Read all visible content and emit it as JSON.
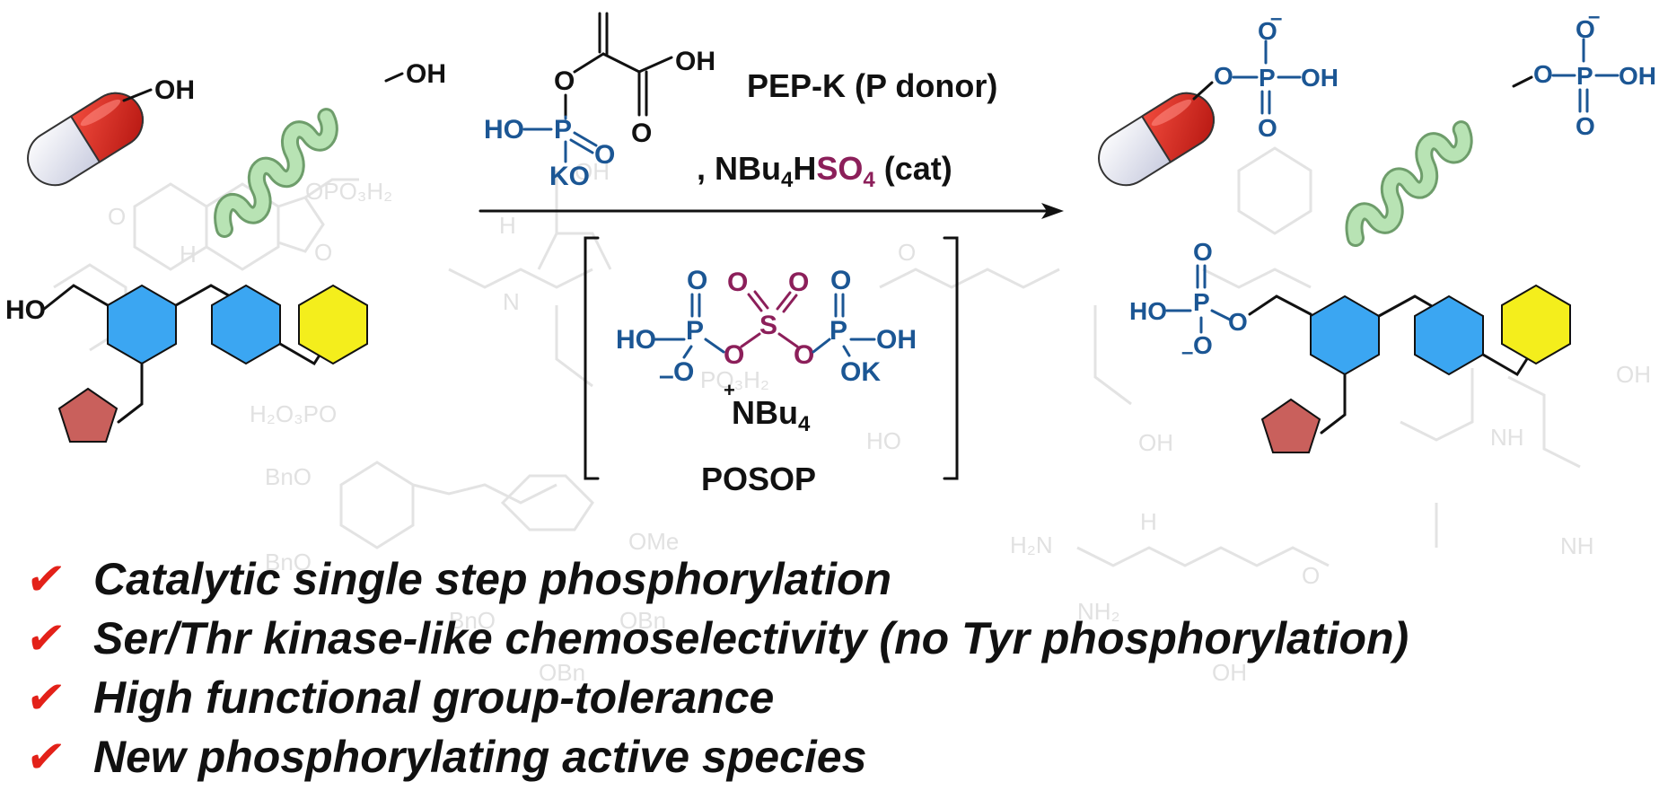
{
  "colors": {
    "phosphate_blue": "#1b5694",
    "sulfate_magenta": "#8c1f5a",
    "check_red": "#e32119",
    "pill_red": "#d8261f",
    "helix_green": "#a9d9a6",
    "hexagon_blue": "#3ba6f2",
    "hexagon_yellow": "#f4ee1c",
    "pentagon_red": "#c9605c"
  },
  "reagents": {
    "pep_k": "PEP-K (P donor)",
    "cat_prefix": ", NBu",
    "cat_sub4": "4",
    "cat_h": "H",
    "cat_so": "SO",
    "cat_sub_o": "4",
    "cat_suffix": " (cat)"
  },
  "pep_structure": {
    "oh_top": "OH",
    "ho_p": "HO",
    "p": "P",
    "o_double": "O",
    "o_link": "O",
    "o_carbonyl": "O",
    "ko": "KO"
  },
  "posop": {
    "name": "POSOP",
    "cation": "NBu",
    "cation_sub": "4",
    "cation_charge": "+",
    "ho": "HO",
    "oh": "OH",
    "ok": "OK",
    "p": "P",
    "s": "S",
    "o": "O",
    "o_minus": "O",
    "minus": "–"
  },
  "substrates": {
    "pill_oh": "OH",
    "helix_oh": "OH",
    "scaffold_ho": "HO"
  },
  "products": {
    "o": "O",
    "p": "P",
    "oh": "OH",
    "ho": "HO",
    "minus": "–"
  },
  "background_watermark": {
    "opo3h2": "OPO₃H₂",
    "h2o3po": "H₂O₃PO",
    "po3h2": "PO₃H₂",
    "bno1": "BnO",
    "bno2": "BnO",
    "bno3": "BnO",
    "ome": "OMe",
    "obn": "OBn",
    "obn2": "OBn",
    "oh1": "OH",
    "oh2": "OH",
    "oh3": "OH",
    "oh4": "OH",
    "ho1": "HO",
    "nh1": "NH",
    "nh2": "NH",
    "h2n": "H₂N",
    "nh2b": "NH₂",
    "h1": "H",
    "h2": "H",
    "h3": "H",
    "n1": "N",
    "o1": "O",
    "o2": "O",
    "o3": "O",
    "o4": "O"
  },
  "bullets": [
    {
      "check": "✔",
      "text": "Catalytic single step phosphorylation"
    },
    {
      "check": "✔",
      "text": "Ser/Thr kinase-like chemoselectivity (no Tyr phosphorylation)"
    },
    {
      "check": "✔",
      "text": "High functional group-tolerance"
    },
    {
      "check": "✔",
      "text": "New phosphorylating active species"
    }
  ]
}
